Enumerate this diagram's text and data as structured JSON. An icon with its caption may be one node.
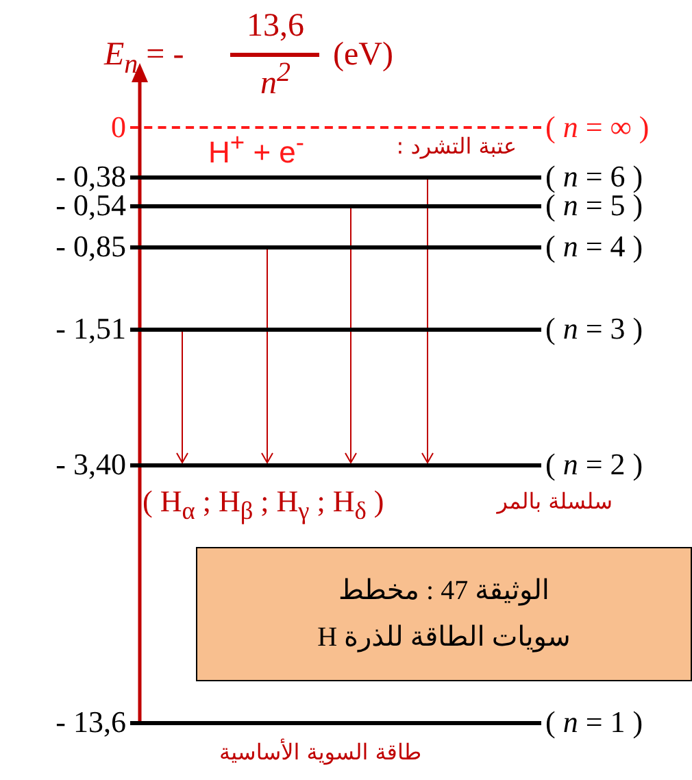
{
  "diagram": {
    "nodes": [
      {
        "text": [
          "0"
        ],
        "beside": [
          "( *n* = ∞ )"
        ]
      },
      {
        "text": [
          "- 0,38"
        ],
        "beside": [
          "( *n* = 6 )"
        ]
      },
      {
        "text": [
          "- 0,54"
        ],
        "beside": [
          "( *n* = 5 )"
        ]
      },
      {
        "text": [
          "- 0,85"
        ],
        "beside": [
          "( *n* = 4 )"
        ]
      },
      {
        "text": [
          "- 1,51"
        ],
        "beside": [
          "( *n* = 3 )"
        ]
      },
      {
        "text": [
          "- 3,40"
        ],
        "beside": [
          "( *n* = 2 )"
        ]
      },
      {
        "text": [
          "- 13,6"
        ],
        "beside": [
          "( *n* = 1 )"
        ]
      },
      {
        "text": [
          "الوثيقة 47 : مخطط سويات الطاقة للذرة H"
        ]
      }
    ],
    "edges": [
      {
        "from": 4,
        "to": 5,
        "arrow": "to"
      },
      {
        "from": 3,
        "to": 5,
        "arrow": "to"
      },
      {
        "from": 2,
        "to": 5,
        "arrow": "to"
      },
      {
        "from": 1,
        "to": 5,
        "arrow": "to"
      }
    ],
    "labels": [
      "*E*$_{n}$ = -",
      "13,6",
      "*n*$^{2}$",
      "(eV)",
      "H$^{+}$ + e$^{-}$",
      "عتبة التشرد :",
      "( H$_{α}$ ; H$_{β}$ ; H$_{γ}$ ; H$_{δ}$ )",
      "سلسلة بالمر",
      "طاقة السوية الأساسية"
    ]
  }
}
